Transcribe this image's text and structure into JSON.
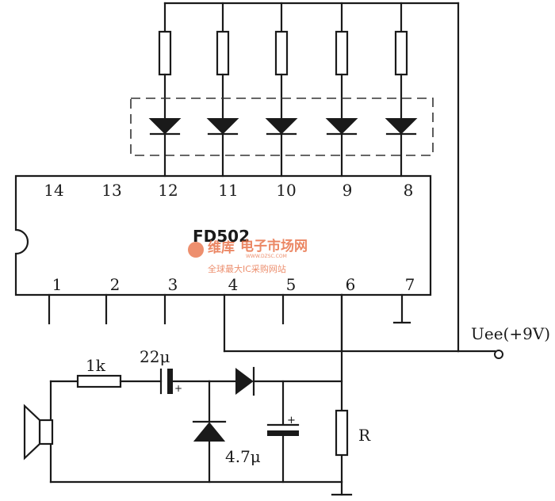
{
  "ic": {
    "name": "FD502",
    "top_pins": [
      "14",
      "13",
      "12",
      "11",
      "10",
      "9",
      "8"
    ],
    "bottom_pins": [
      "1",
      "2",
      "3",
      "4",
      "5",
      "6",
      "7"
    ]
  },
  "labels": {
    "supply": "Uee(+9V)",
    "resistor_input": "1k",
    "capacitor_coupling": "22μ",
    "capacitor_filter": "4.7μ",
    "resistor_load": "R",
    "cap_plus": "+"
  },
  "watermark": {
    "brand": "维库",
    "title": "电子市场网",
    "url": "WWW.DZSC.COM",
    "subtitle": "全球最大IC采购网站",
    "color": "#e8734a"
  },
  "colors": {
    "ink": "#1a1a1a",
    "background": "#ffffff"
  }
}
